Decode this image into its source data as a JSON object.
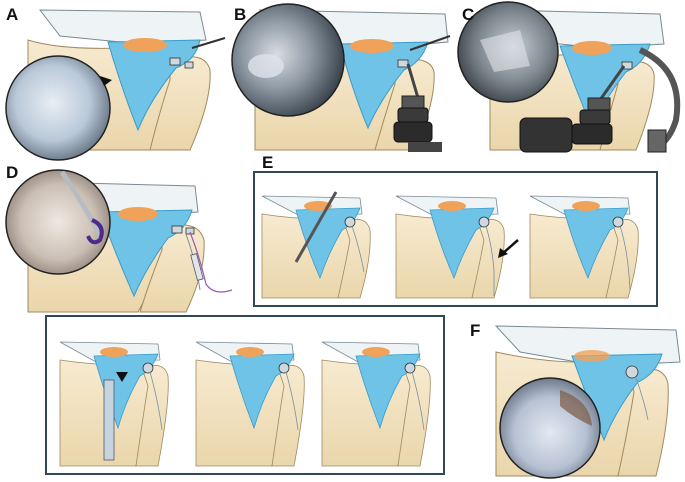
{
  "panel_labels": {
    "a": "A",
    "b": "B",
    "c": "C",
    "d": "D",
    "e": "E",
    "f": "F"
  },
  "colors": {
    "bone": "#f5e6c4",
    "bone_shade": "#e8d3a6",
    "ligament": "#6ec3e6",
    "ligament_dark": "#3a9cc8",
    "fat_pad": "#f0a25a",
    "frame": "#2f4756",
    "scope_view": "#c8d2dc",
    "instrument": "#3a3a3a",
    "suture": "#9b59b6"
  }
}
